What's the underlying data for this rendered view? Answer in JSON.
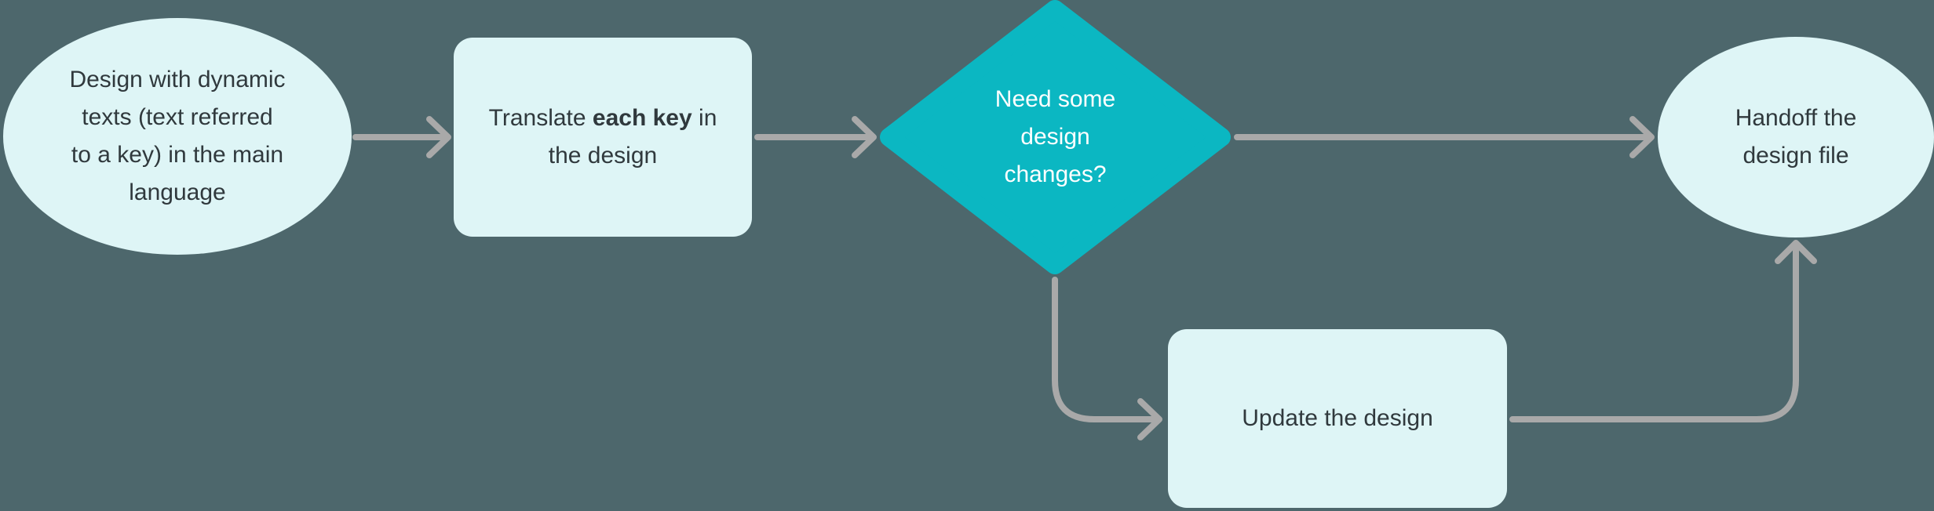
{
  "colors": {
    "background": "#4d676c",
    "node_fill_light": "#def5f6",
    "decision_fill": "#0bb7c2",
    "connector": "#a9a9a9",
    "text_dark": "#30393d",
    "text_on_decision": "#ffffff"
  },
  "nodes": {
    "start": {
      "shape": "ellipse",
      "lines": [
        "Design with dynamic",
        "texts (text referred",
        "to a key) in the main",
        "language"
      ]
    },
    "translate": {
      "shape": "rounded-rectangle",
      "line1_prefix": "Translate ",
      "line1_emphasis": "each key",
      "line1_suffix": " in",
      "line2": "the design"
    },
    "decision": {
      "shape": "diamond",
      "lines": [
        "Need some",
        "design",
        "changes?"
      ]
    },
    "update": {
      "shape": "rounded-rectangle",
      "label": "Update the design"
    },
    "handoff": {
      "shape": "ellipse",
      "lines": [
        "Handoff the",
        "design file"
      ]
    }
  },
  "connectors": [
    {
      "from": "start",
      "to": "translate",
      "direction": "right"
    },
    {
      "from": "translate",
      "to": "decision",
      "direction": "right"
    },
    {
      "from": "decision",
      "to": "handoff",
      "direction": "right"
    },
    {
      "from": "decision",
      "to": "update",
      "direction": "down-then-right"
    },
    {
      "from": "update",
      "to": "handoff",
      "direction": "right-then-up"
    }
  ]
}
